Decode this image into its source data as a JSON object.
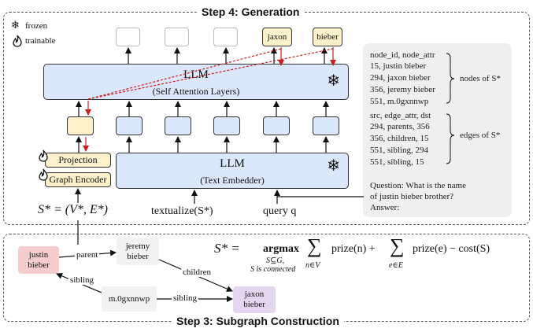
{
  "generation": {
    "title": "Step 4: Generation",
    "legend": [
      {
        "icon": "snowflake-icon",
        "label": "frozen"
      },
      {
        "icon": "flame-icon",
        "label": "trainable"
      }
    ],
    "output_tokens": [
      "jaxon",
      "bieber"
    ],
    "llm_top": {
      "title": "LLM",
      "subtitle": "(Self Attention Layers)"
    },
    "llm_bottom": {
      "title": "LLM",
      "subtitle": "(Text Embedder)"
    },
    "projection_label": "Projection",
    "graph_encoder_label": "Graph Encoder",
    "graph_symbol": "S* = (V*, E*)",
    "textualize_label": "textualize(S*)",
    "query_label": "query q",
    "text_panel": {
      "nodes_lines": [
        "node_id, node_attr",
        "15, justin bieber",
        "294, jaxon bieber",
        "356, jeremy bieber",
        "551, m.0gxnnwp"
      ],
      "edges_lines": [
        "src, edge_attr, dst",
        "294, parents, 356",
        "356, children, 15",
        "551, sibling, 294",
        "551, sibling, 15"
      ],
      "nodes_brace_label": "nodes of S*",
      "edges_brace_label": "edges of S*",
      "question_lines": [
        "Question: What is the name",
        "of justin bieber brother?",
        "Answer:"
      ]
    }
  },
  "subgraph": {
    "title": "Step 3: Subgraph Construction",
    "nodes": [
      {
        "id": "justin",
        "lines": [
          "justin",
          "bieber"
        ],
        "color": "#f6cccc"
      },
      {
        "id": "jeremy",
        "lines": [
          "jeremy",
          "bieber"
        ],
        "color": "#f2f2f2"
      },
      {
        "id": "m0",
        "lines": [
          "m.0gxnnwp"
        ],
        "color": "#f2f2f2"
      },
      {
        "id": "jaxon",
        "lines": [
          "jaxon",
          "bieber"
        ],
        "color": "#e4d6ee"
      }
    ],
    "edges": [
      "parent",
      "children",
      "sibling",
      "sibling"
    ],
    "formula": {
      "lhs": "S* = ",
      "argmax": "argmax",
      "argmax_sub1": "S⊆G,",
      "argmax_sub2": "S is connected",
      "sum1_term": "prize(n) +",
      "sum1_sub": "n∈V",
      "sum2_term": "prize(e) − cost(S)",
      "sum2_sub": "e∈E"
    }
  },
  "colors": {
    "llm_fill": "#dbe7fb",
    "encoder_fill": "#fdf1cc",
    "arrow_red": "#cc1f1f"
  }
}
